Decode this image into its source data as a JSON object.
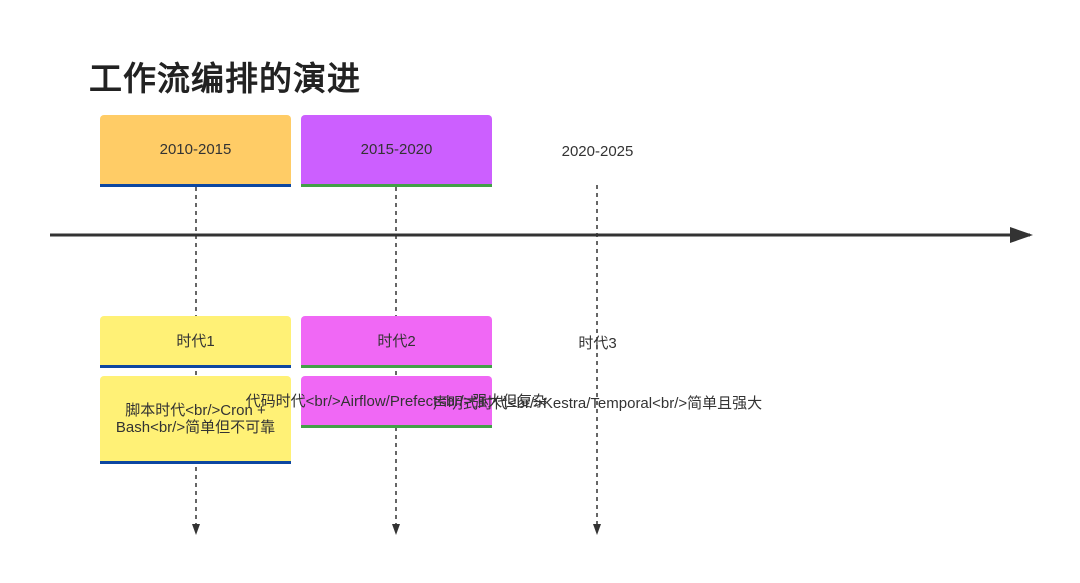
{
  "title": "工作流编排的演进",
  "colors": {
    "axis": "#333333",
    "period1": "#FFCC66",
    "period2": "#CC5FFF",
    "era1": "#FFF176",
    "era2": "#F068F5",
    "border_blue": "#0D47A1",
    "border_green": "#43A047"
  },
  "periods": [
    {
      "label": "2010-2015"
    },
    {
      "label": "2015-2020"
    },
    {
      "label": "2020-2025"
    }
  ],
  "eras": [
    {
      "label": "时代1",
      "description": "脚本时代<br/>Cron + Bash<br/>简单但不可靠"
    },
    {
      "label": "时代2",
      "description": "代码时代<br/>Airflow/Prefect<br/>强大但复杂"
    },
    {
      "label": "时代3",
      "description": "声明式时代<br/>Kestra/Temporal<br/>简单且强大"
    }
  ]
}
